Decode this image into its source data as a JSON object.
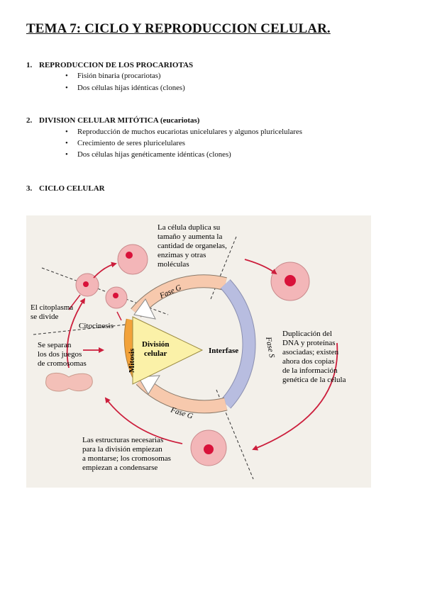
{
  "title": "TEMA 7: CICLO Y REPRODUCCION CELULAR.",
  "sections": [
    {
      "number": "1.",
      "heading": "REPRODUCCION DE LOS PROCARIOTAS",
      "bullets": [
        "Fisión binaria (procariotas)",
        "Dos células hijas idénticas (clones)"
      ]
    },
    {
      "number": "2.",
      "heading": "DIVISION CELULAR MITÓTICA (eucariotas)",
      "bullets": [
        "Reproducción de muchos eucariotas unicelulares y algunos pluricelulares",
        "Crecimiento de seres pluricelulares",
        "Dos células hijas genéticamente idénticas (clones)"
      ]
    },
    {
      "number": "3.",
      "heading": "CICLO CELULAR",
      "bullets": []
    }
  ],
  "bullet_glyph": "•",
  "figure": {
    "center_label_line1": "División",
    "center_label_line2": "celular",
    "mitosis_label": "Mitosis",
    "interfase_label": "Interfase",
    "fase_g_top": "Fase G",
    "fase_s": "Fase S",
    "fase_g_bottom": "Fase G",
    "citocinesis": "Citocinesis",
    "note_top": [
      "La célula duplica su",
      "tamaño y aumenta la",
      "cantidad de organelas,",
      "enzimas y otras",
      "moléculas"
    ],
    "note_right": [
      "Duplicación del",
      "DNA y proteínas",
      "asociadas; existen",
      "ahora dos copias",
      "de la información",
      "genética de la célula"
    ],
    "note_bottom": [
      "Las estructuras necesarias",
      "para la división empiezan",
      "a montarse; los cromosomas",
      "empiezan a condensarse"
    ],
    "note_left_top": [
      "El citoplasma",
      "se divide"
    ],
    "note_left_mid": [
      "Se separan",
      "los dos juegos",
      "de cromosomas"
    ],
    "colors": {
      "background": "#f3f0ea",
      "g_band": "#f7c9ad",
      "s_band": "#b8bde0",
      "mitosis_band": "#f2a23a",
      "triangle": "#fbf1a8",
      "cell_fill": "#f3b6b8",
      "nucleus": "#d9123a",
      "arrow": "#cc1e3c"
    }
  }
}
